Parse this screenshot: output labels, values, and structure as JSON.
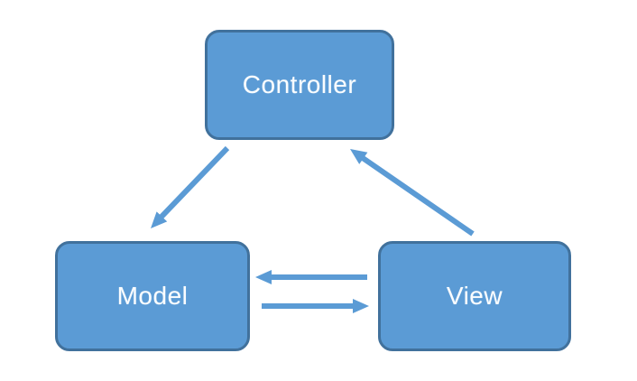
{
  "colors": {
    "canvas-bg": "#ffffff",
    "node-fill": "#5b9bd5",
    "node-border": "#41719c",
    "arrow": "#5b9bd5",
    "node-text": "#fafdff"
  },
  "diagram": {
    "nodes": [
      {
        "id": "controller",
        "label": "Controller"
      },
      {
        "id": "model",
        "label": "Model"
      },
      {
        "id": "view",
        "label": "View"
      }
    ],
    "edges": [
      {
        "from": "controller",
        "to": "model"
      },
      {
        "from": "view",
        "to": "controller"
      },
      {
        "from": "view",
        "to": "model"
      },
      {
        "from": "model",
        "to": "view"
      }
    ]
  }
}
